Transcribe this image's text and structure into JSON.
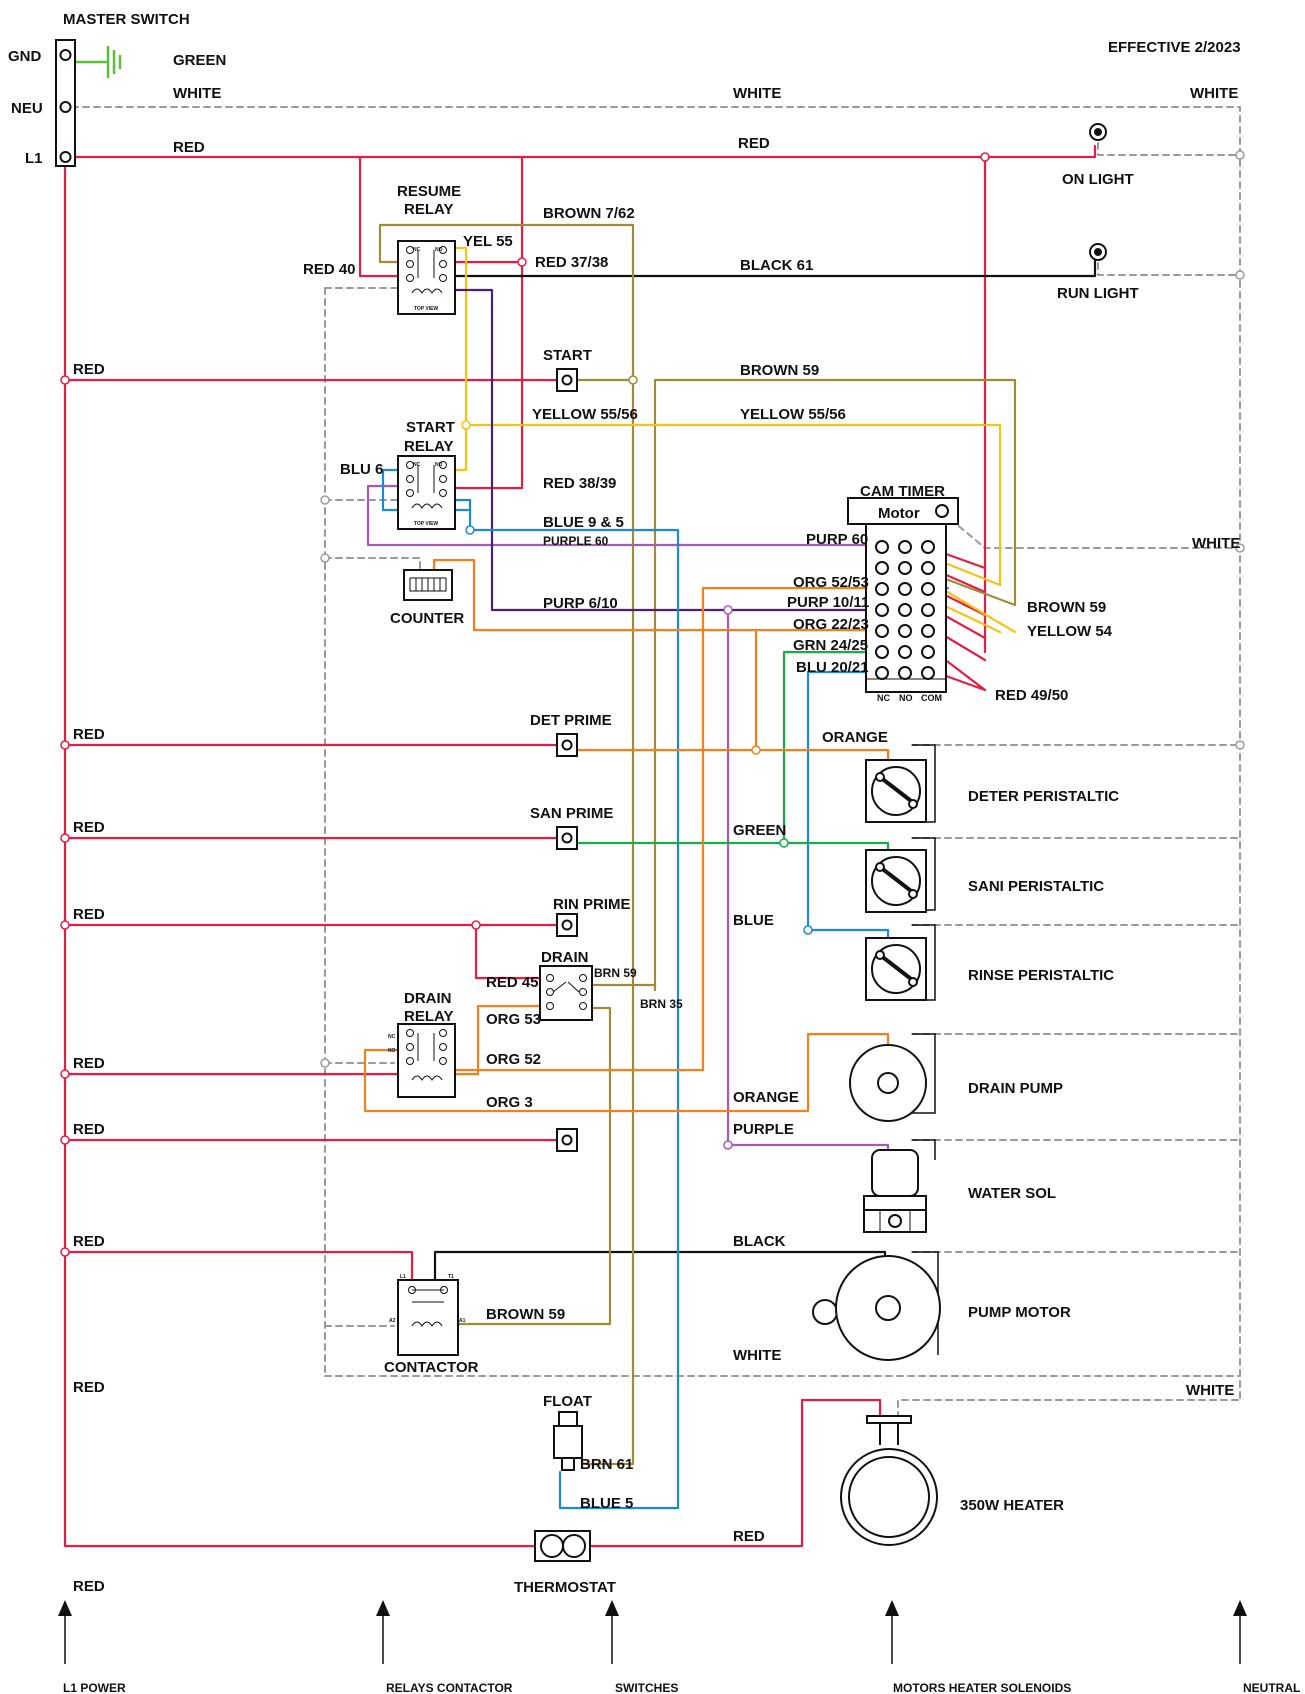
{
  "header": {
    "master_switch": "MASTER SWITCH",
    "effective": "EFFECTIVE 2/2023",
    "terminals": {
      "gnd": "GND",
      "neu": "NEU",
      "l1": "L1"
    }
  },
  "wire_labels": {
    "green": "GREEN",
    "white": "WHITE",
    "red": "RED",
    "brown_7_62": "BROWN 7/62",
    "yel_55": "YEL 55",
    "red_37_38": "RED 37/38",
    "black_61": "BLACK 61",
    "red_40": "RED 40",
    "brown_59": "BROWN 59",
    "yellow_55_56": "YELLOW 55/56",
    "blu_6": "BLU 6",
    "red_38_39": "RED 38/39",
    "blue_9_5": "BLUE 9 & 5",
    "purple_60": "PURPLE 60",
    "purp_60": "PURP 60",
    "org_52_53": "ORG 52/53",
    "purp_10_11": "PURP 10/11",
    "org_22_23": "ORG 22/23",
    "grn_24_25": "GRN 24/25",
    "blu_20_21": "BLU 20/21",
    "purp_6_10": "PURP 6/10",
    "yellow_54": "YELLOW 54",
    "red_49_50": "RED 49/50",
    "orange": "ORANGE",
    "blue": "BLUE",
    "red_45": "RED 45",
    "org_53": "ORG 53",
    "org_52": "ORG 52",
    "org_3": "ORG 3",
    "brn_59": "BRN 59",
    "brn_35": "BRN 35",
    "purple": "PURPLE",
    "black": "BLACK",
    "brn_61": "BRN 61",
    "blue_5": "BLUE 5"
  },
  "components": {
    "resume_relay": [
      "RESUME",
      "RELAY"
    ],
    "start_relay": [
      "START",
      "RELAY"
    ],
    "drain_relay": [
      "DRAIN",
      "RELAY"
    ],
    "relay_top_view": "TOP VIEW",
    "relay_pins": {
      "nc": "NC",
      "no": "NO"
    },
    "start": "START",
    "counter": "COUNTER",
    "cam_timer": "CAM TIMER",
    "motor": "Motor",
    "cam_cols": [
      "NC",
      "NO",
      "COM"
    ],
    "det_prime": "DET PRIME",
    "san_prime": "SAN PRIME",
    "rin_prime": "RIN PRIME",
    "drain": "DRAIN",
    "contactor": "CONTACTOR",
    "contactor_pins": {
      "l1": "L1",
      "t1": "T1",
      "a2": "A2",
      "a1": "A1"
    },
    "float": "FLOAT",
    "thermostat": "THERMOSTAT",
    "on_light": "ON LIGHT",
    "run_light": "RUN LIGHT",
    "deter_peristaltic": "DETER PERISTALTIC",
    "sani_peristaltic": "SANI PERISTALTIC",
    "rinse_peristaltic": "RINSE PERISTALTIC",
    "drain_pump": "DRAIN PUMP",
    "water_sol": "WATER SOL",
    "pump_motor": "PUMP MOTOR",
    "heater": "350W HEATER"
  },
  "footer": {
    "l1_power": "L1 POWER",
    "relays_contactor": "RELAYS CONTACTOR",
    "switches": "SWITCHES",
    "motors": "MOTORS HEATER SOLENOIDS",
    "neutral": "NEUTRAL"
  },
  "colors": {
    "red": "#e01f45",
    "white_dashed": "#9a9a9a",
    "black": "#111111",
    "brown": "#a08a3c",
    "yellow": "#f3c318",
    "orange": "#f08020",
    "purple": "#a55ab4",
    "blue": "#1e88d2",
    "green": "#1aab4a",
    "ground": "#5cbf3a"
  }
}
